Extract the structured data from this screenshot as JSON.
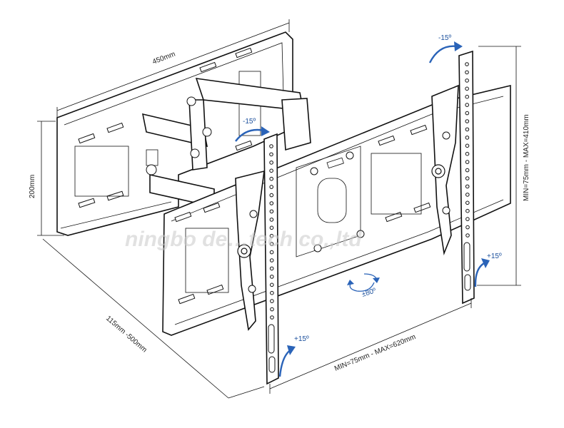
{
  "dimensions": {
    "width_top": "450mm",
    "height_left": "200mm",
    "depth": "115mm -500mm",
    "vesa_horizontal": "MIN=75mm - MAX=620mm",
    "vesa_vertical": "MIN=75mm - MAX=410mm"
  },
  "angles": {
    "tilt_top_right": "-15º",
    "tilt_top_left": "-15º",
    "tilt_bottom_right": "+15º",
    "tilt_bottom_left": "+15º",
    "rotation": "±80º"
  },
  "watermark": "ningbo de…tech co.,ltd",
  "colors": {
    "arrow": "#2a63b8",
    "label_blue": "#1a4f9c",
    "line": "#111111",
    "watermark": "#c9c9c9"
  }
}
